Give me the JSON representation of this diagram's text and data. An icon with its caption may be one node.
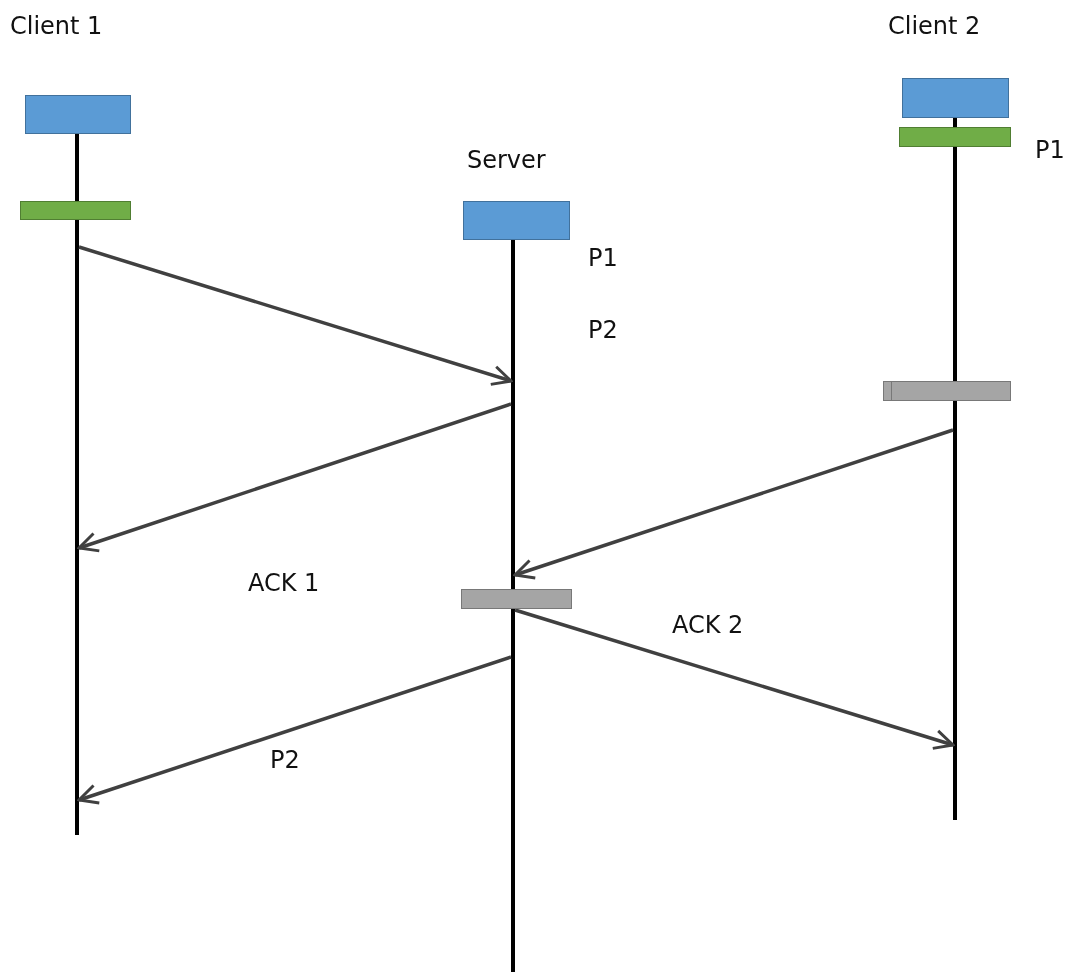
{
  "diagram": {
    "nodes": [
      {
        "text": [],
        "shape": "line"
      },
      {
        "text": [],
        "shape": "line"
      },
      {
        "text": [],
        "shape": "line"
      },
      {
        "text": [],
        "shape": "box"
      },
      {
        "text": [],
        "shape": "bar"
      },
      {
        "text": [],
        "shape": "box"
      },
      {
        "text": [],
        "shape": "box"
      },
      {
        "text": [],
        "shape": "bar"
      },
      {
        "text": [],
        "shape": "bar"
      },
      {
        "text": [],
        "shape": "bar"
      }
    ],
    "edges": [
      {
        "from": 0,
        "to": 1,
        "arrow": "to"
      },
      {
        "from": 1,
        "to": 0,
        "arrow": "to"
      },
      {
        "from": 2,
        "to": 1,
        "arrow": "to"
      },
      {
        "from": 1,
        "to": 2,
        "arrow": "to"
      },
      {
        "from": 1,
        "to": 0,
        "arrow": "to"
      }
    ],
    "labels": [
      "Client 1",
      "Client 2",
      "Server",
      "P1",
      "P1",
      "P2",
      "ACK 1",
      "ACK 2",
      "P2"
    ]
  }
}
